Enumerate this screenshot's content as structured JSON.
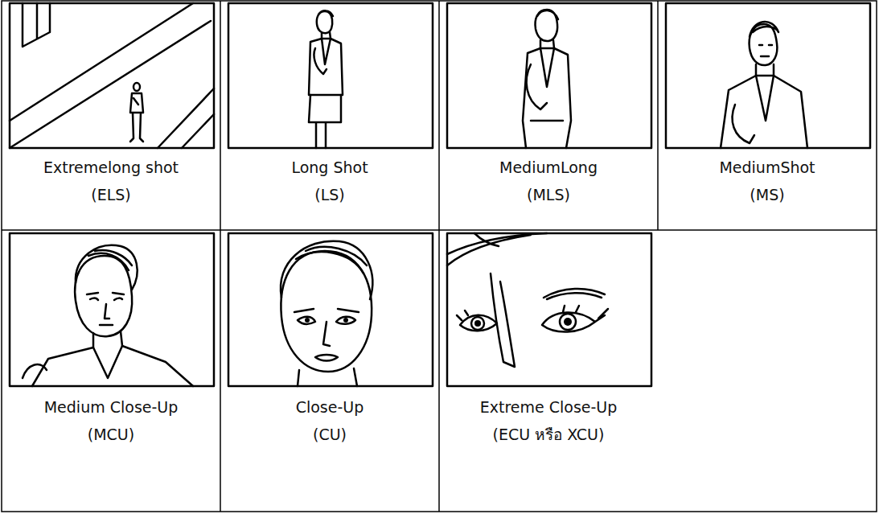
{
  "diagram": {
    "labels": [
      "Extremelong shot",
      "(ELS)",
      "Long Shot",
      "(LS)",
      "MediumLong",
      "(MLS)",
      "MediumShot",
      "(MS)",
      "Medium Close-Up",
      "(MCU)",
      "Close-Up",
      "(CU)",
      "Extreme Close-Up",
      "(ECU หรือ XCU)"
    ]
  }
}
